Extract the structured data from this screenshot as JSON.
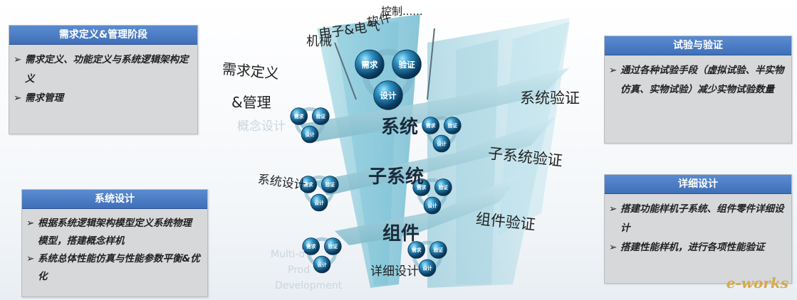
{
  "panels": {
    "requirements": {
      "title": "需求定义&管理阶段",
      "items": [
        "需求定义、功能定义与系统逻辑架构定义",
        "需求管理"
      ]
    },
    "system_design": {
      "title": "系统设计",
      "items": [
        "根据系统逻辑架构模型定义系统物理模型，搭建概念样机",
        "系统总体性能仿真与性能参数平衡&优化"
      ]
    },
    "test_validation": {
      "title": "试验与验证",
      "items": [
        "通过各种试验手段（虚拟试验、半实物仿真、实物试验）减少实物试验数量"
      ]
    },
    "detailed_design": {
      "title": "详细设计",
      "items": [
        "搭建功能样机子系统、组件零件详细设计",
        "搭建性能样机，进行各项性能验证"
      ]
    }
  },
  "diagram_labels": {
    "control": "控制......",
    "software": "软件",
    "electronics": "电子&电气",
    "mechanical": "机械",
    "req_def": "需求定义",
    "req_mgmt": "&管理",
    "concept_design": "概念设计",
    "system_design": "系统设计",
    "detailed_design": "详细设计",
    "system_verify": "系统验证",
    "subsystem_verify": "子系统验证",
    "component_verify": "组件验证",
    "center_system": "系统",
    "center_subsystem": "子系统",
    "center_component": "组件",
    "multi_1": "Multi-d",
    "multi_2": "Prod",
    "multi_3": "Development"
  },
  "cycle_labels": {
    "req": "需求",
    "verify": "验证",
    "design": "设计"
  },
  "logo": "e-works",
  "colors": {
    "panel_title": "#3f6fb8",
    "panel_bg": "#d6d8da",
    "sphere": "#1e5f8a",
    "glass": "#8fd0e0"
  }
}
